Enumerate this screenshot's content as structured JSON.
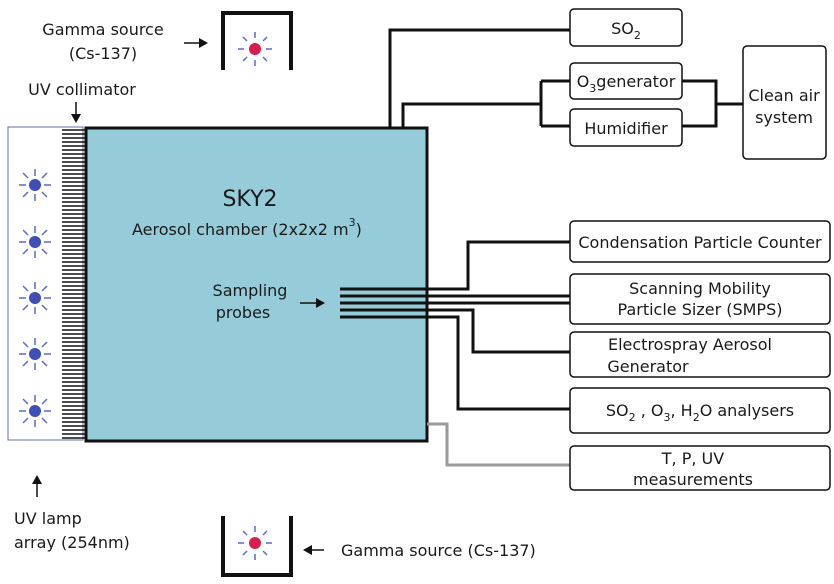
{
  "labels": {
    "gamma_top": [
      "Gamma source",
      "(Cs-137)"
    ],
    "gamma_bottom": "Gamma source (Cs-137)",
    "uv_collimator": "UV collimator",
    "uv_lamp": [
      "UV lamp",
      "array (254nm)"
    ],
    "chamber_title": "SKY2",
    "chamber_sub": "Aerosol chamber (2x2x2 m",
    "chamber_sup": "3",
    "chamber_close": ")",
    "sampling": [
      "Sampling",
      "probes"
    ]
  },
  "boxes": {
    "so2": {
      "main": "SO",
      "sub": "2"
    },
    "o3_generator": {
      "pre": "O",
      "sub": "3",
      "post": "generator"
    },
    "humidifier": "Humidifier",
    "clean_air": [
      "Clean air",
      "system"
    ],
    "cpc": "Condensation Particle Counter",
    "smps": [
      "Scanning Mobility",
      "Particle Sizer (SMPS)"
    ],
    "electrospray": [
      "Electrospray Aerosol",
      "Generator"
    ],
    "analysers": {
      "a": "SO",
      "a_sub": "2",
      "b": " , O",
      "b_sub": "3",
      "c": ", H",
      "c_sub": "2",
      "d": "O analysers"
    },
    "tpuv": [
      "T, P, UV",
      "measurements"
    ]
  },
  "colors": {
    "chamber_fill": "#96ccda",
    "lamp_dot": "#3f4fb5",
    "lamp_rays": "#5b6bc8",
    "gamma_dot": "#d81c4b",
    "line": "#111111",
    "gray_line": "#9a9a9a"
  },
  "icons": [
    "uv-lamp-icon",
    "gamma-source-icon",
    "arrow-icon"
  ]
}
